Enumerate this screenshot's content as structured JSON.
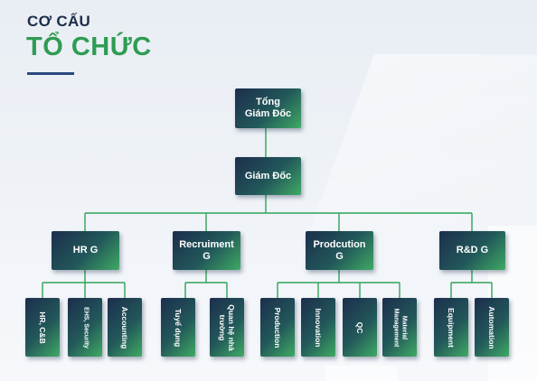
{
  "header": {
    "line1": "CƠ CẤU",
    "line2": "TỔ CHỨC"
  },
  "colors": {
    "title_dark": "#1c2c4a",
    "title_green": "#2e9c52",
    "connector": "#2fa35a",
    "box_dark": "#1c2e4c",
    "box_green": "#3faa63"
  },
  "chart": {
    "top": {
      "line1": "Tổng",
      "line2": "Giám Đốc"
    },
    "director": "Giám Đốc",
    "groups": [
      {
        "label": "HR G",
        "children": [
          "HR, C&B",
          "EHS, Security",
          "Accounting"
        ]
      },
      {
        "label": "Recruiment G",
        "children": [
          "Tuyể dụng",
          "Quan hệ nhà trường"
        ]
      },
      {
        "label": "Prodcution G",
        "children": [
          "Production",
          "Innovation",
          "QC",
          "Material Management"
        ]
      },
      {
        "label": "R&D G",
        "children": [
          "Equipment",
          "Automation"
        ]
      }
    ]
  }
}
